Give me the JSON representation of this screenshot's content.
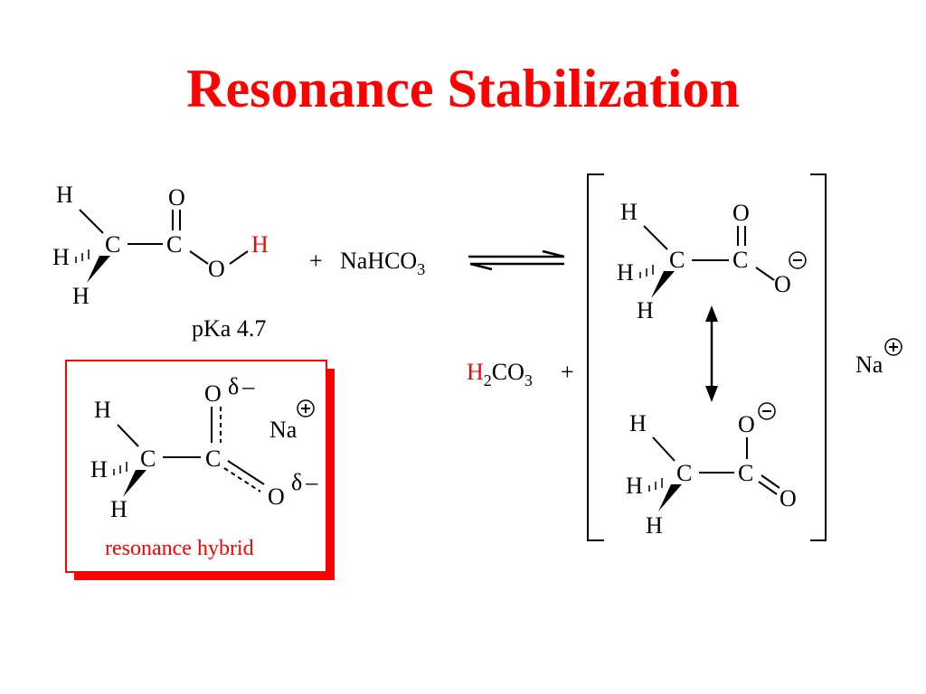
{
  "slide": {
    "title": "Resonance Stabilization"
  },
  "colors": {
    "accent": "#ff0000",
    "text": "#000000",
    "background": "#ffffff"
  },
  "labels": {
    "H": "H",
    "C": "C",
    "O": "O",
    "Na": "Na",
    "delta": "δ",
    "minus": "–",
    "plus": "+",
    "pka_text": "pKa 4.7",
    "nahco3_main": "NaHCO",
    "nahco3_sub": "3",
    "h2co3_h": "H",
    "h2co3_sub2": "2",
    "h2co3_co": "CO",
    "h2co3_sub3": "3",
    "hybrid_caption": "resonance hybrid"
  }
}
